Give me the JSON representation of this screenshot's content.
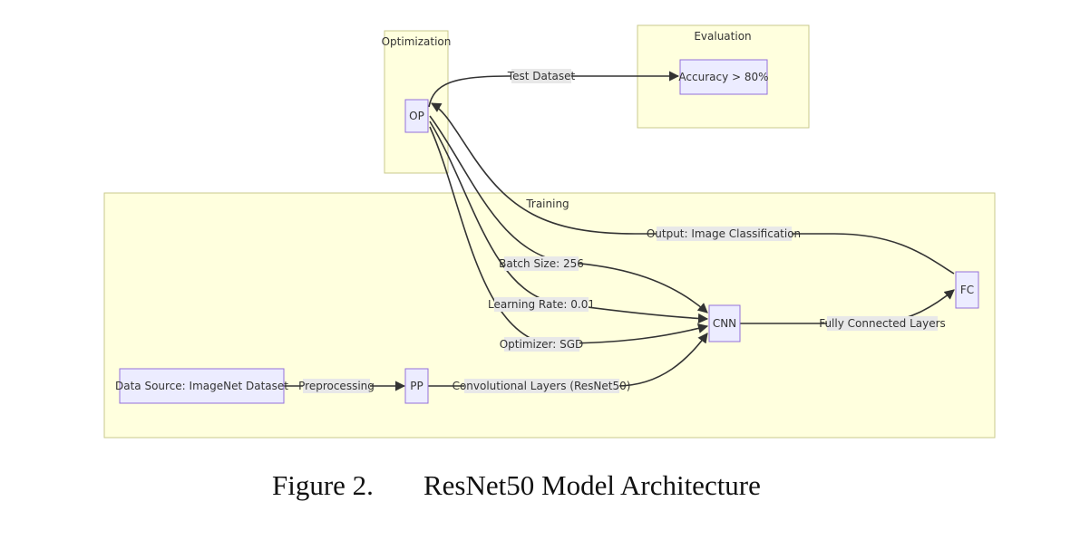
{
  "colors": {
    "cluster_fill": "#ffffde",
    "cluster_stroke": "#c9c98c",
    "node_fill": "#ececff",
    "node_stroke": "#9370db",
    "edge": "#333333",
    "label_bg": "#e8e8e8"
  },
  "clusters": {
    "optimization": "Optimization",
    "evaluation": "Evaluation",
    "training": "Training"
  },
  "nodes": {
    "op": "OP",
    "accuracy": "Accuracy > 80%",
    "data_source": "Data Source: ImageNet Dataset",
    "pp": "PP",
    "cnn": "CNN",
    "fc": "FC"
  },
  "edges": {
    "test_dataset": "Test Dataset",
    "output": "Output: Image Classification",
    "batch_size": "Batch Size: 256",
    "learning_rate": "Learning Rate: 0.01",
    "optimizer": "Optimizer: SGD",
    "preprocessing": "Preprocessing",
    "conv_layers": "Convolutional Layers (ResNet50)",
    "fully_connected": "Fully Connected Layers"
  },
  "caption": {
    "label": "Figure 2.",
    "title": "ResNet50 Model Architecture"
  }
}
